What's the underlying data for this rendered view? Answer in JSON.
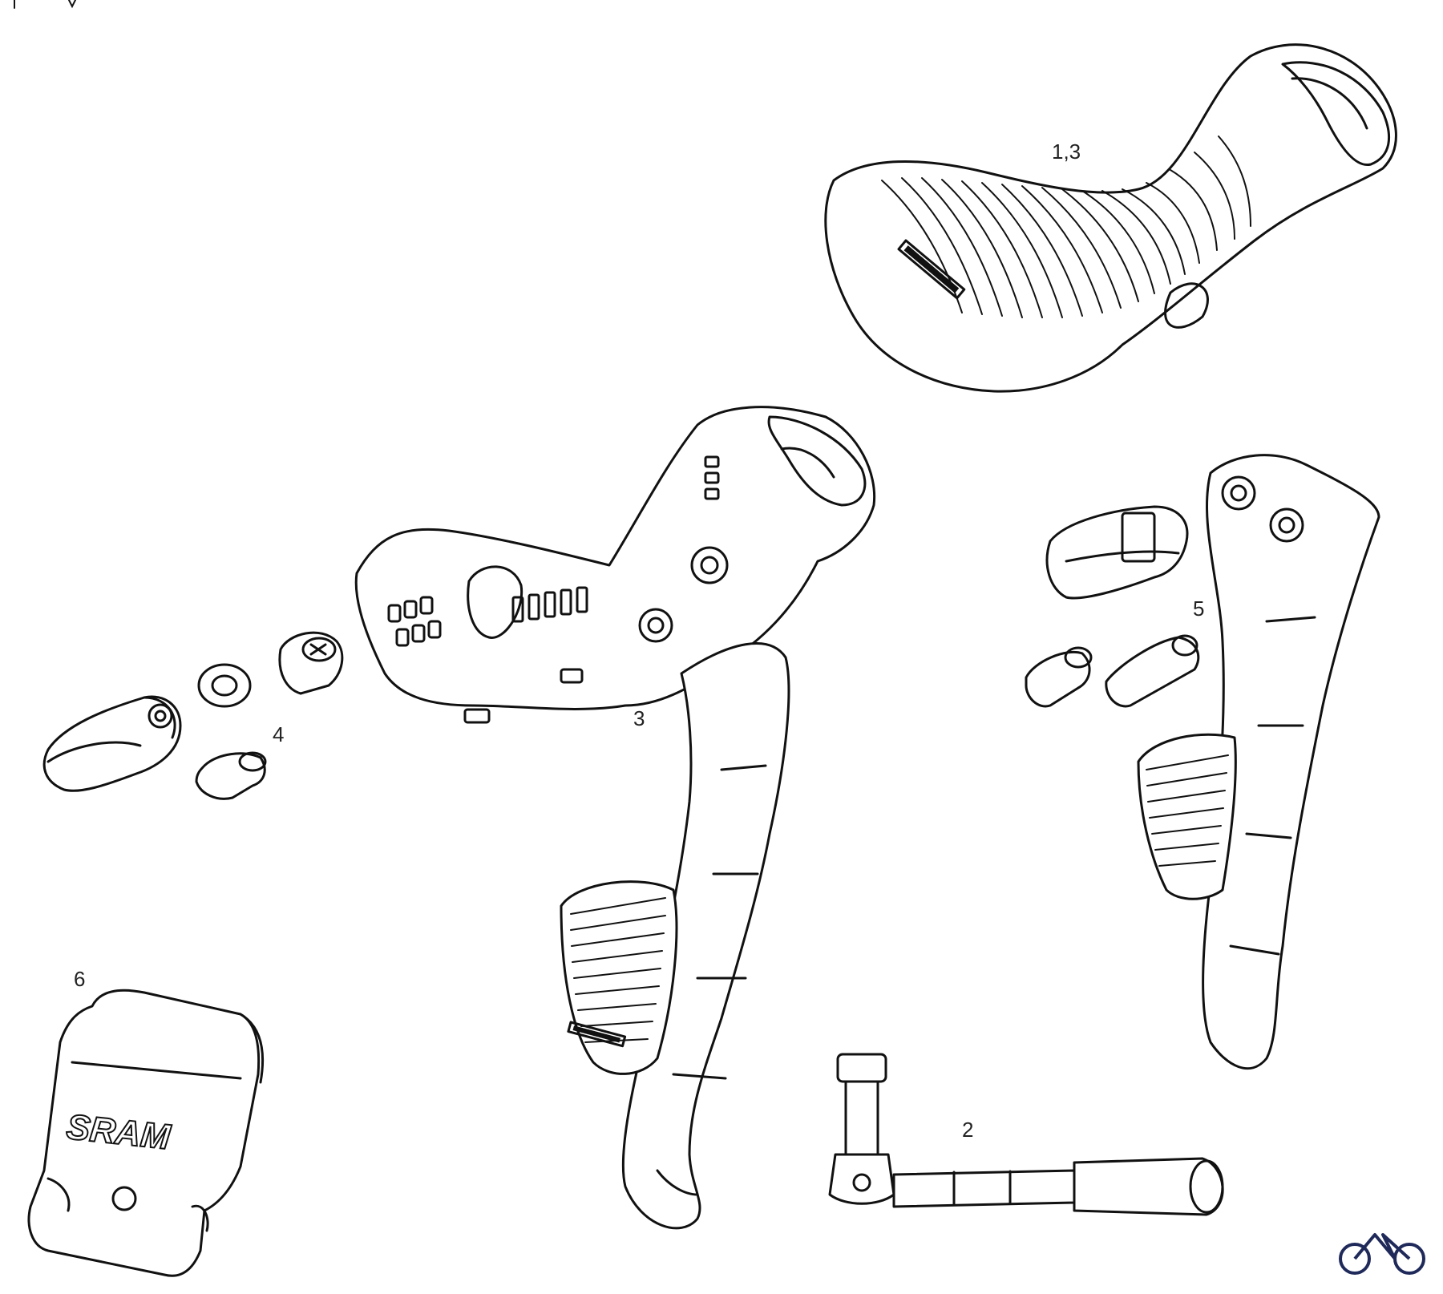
{
  "callouts": {
    "hood_cover": "1,3",
    "hydraulic_hose_fitting": "2",
    "shifter_body": "3",
    "clamp_hardware": "4",
    "lever_hardware": "5",
    "battery_cover": "6"
  },
  "branding": {
    "battery_cover_logo": "SRAM"
  },
  "icons": {
    "corner_logo": "bicycle-icon"
  },
  "colors": {
    "line": "#111111",
    "background": "#ffffff",
    "corner_logo": "#1f2a5a"
  }
}
